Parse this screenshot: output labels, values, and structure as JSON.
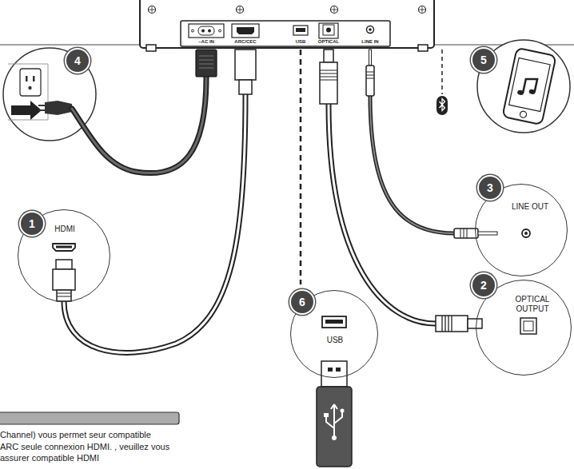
{
  "diagram": {
    "nodes": [
      {
        "text": [
          "HDMI"
        ]
      },
      {
        "text": [
          "OPTICAL OUTPUT"
        ]
      },
      {
        "text": [
          "LINE OUT"
        ]
      },
      {
        "text": [
          "USB"
        ]
      }
    ],
    "labels": [
      "~AC IN",
      "ARC/CEC",
      "USB",
      "OPTICAL",
      "LINE IN",
      "4",
      "1",
      "5",
      "3",
      "2",
      "6",
      "Channel) vous permet seur compatible ARC seule connexion HDMI. , veuillez vous assurer compatible HDMI"
    ]
  }
}
